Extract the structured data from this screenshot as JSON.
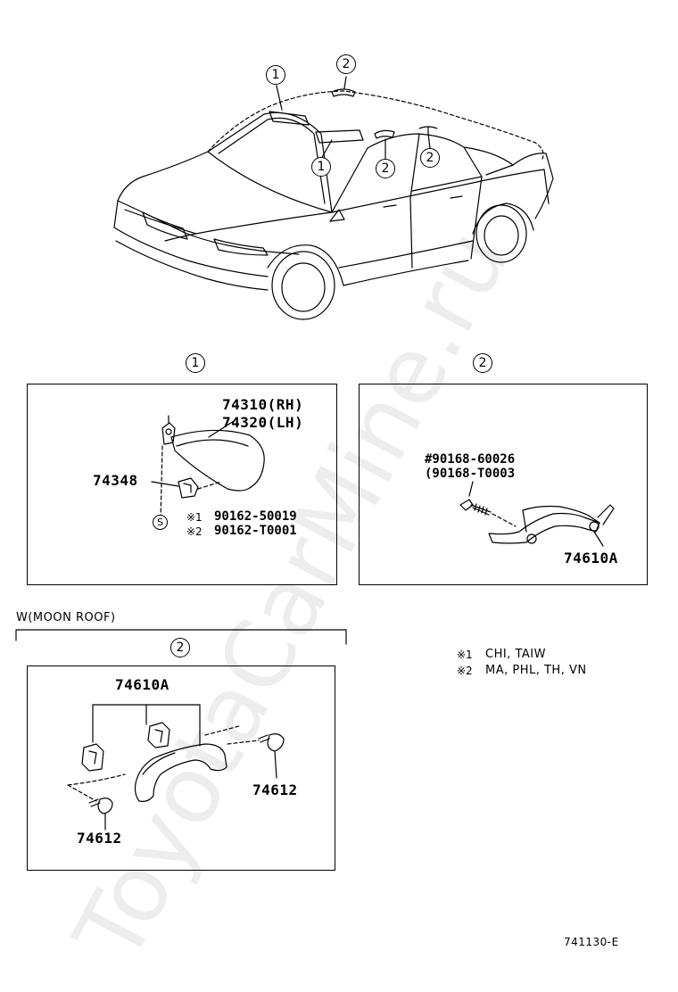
{
  "diagram_code": "741130-E",
  "watermark": "ToyotaCarMine.ru",
  "callouts": {
    "c1_car_front": "1",
    "c2_roof": "2",
    "c1_car_mid": "1",
    "c2_car_a": "2",
    "c2_car_b": "2"
  },
  "panel1": {
    "marker": "1",
    "visor_rh": "74310(RH)",
    "visor_lh": "74320(LH)",
    "holder": "74348",
    "screw_symbol": "S",
    "screw1_mark": "※1",
    "screw1_code": "90162-50019",
    "screw2_mark": "※2",
    "screw2_code": "90162-T0001"
  },
  "panel2": {
    "marker": "2",
    "screw_a": "#90168-60026",
    "screw_b": "(90168-T0003",
    "grip": "74610A"
  },
  "moonroof": {
    "title": "W(MOON ROOF)",
    "marker": "2",
    "grip": "74610A",
    "cap_right": "74612",
    "cap_left": "74612"
  },
  "notes": [
    {
      "mark": "※1",
      "text": "CHI, TAIW"
    },
    {
      "mark": "※2",
      "text": "MA, PHL, TH, VN"
    }
  ]
}
